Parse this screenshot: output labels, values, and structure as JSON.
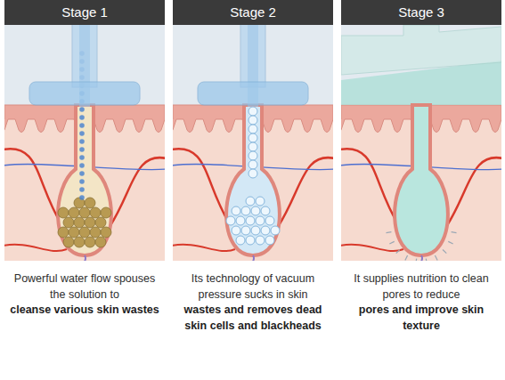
{
  "diagram": {
    "nodes": [
      {
        "text": [
          "Stage 1",
          "Powerful water flow spouses the solution to",
          "cleanse various skin wastes"
        ]
      },
      {
        "text": [
          "Stage 2",
          "Its technology of vacuum pressure sucks in skin",
          "wastes and removes dead skin cells and blackheads"
        ]
      },
      {
        "text": [
          "Stage 3",
          "It supplies nutrition to clean pores to reduce",
          "pores and improve skin texture"
        ]
      }
    ]
  }
}
